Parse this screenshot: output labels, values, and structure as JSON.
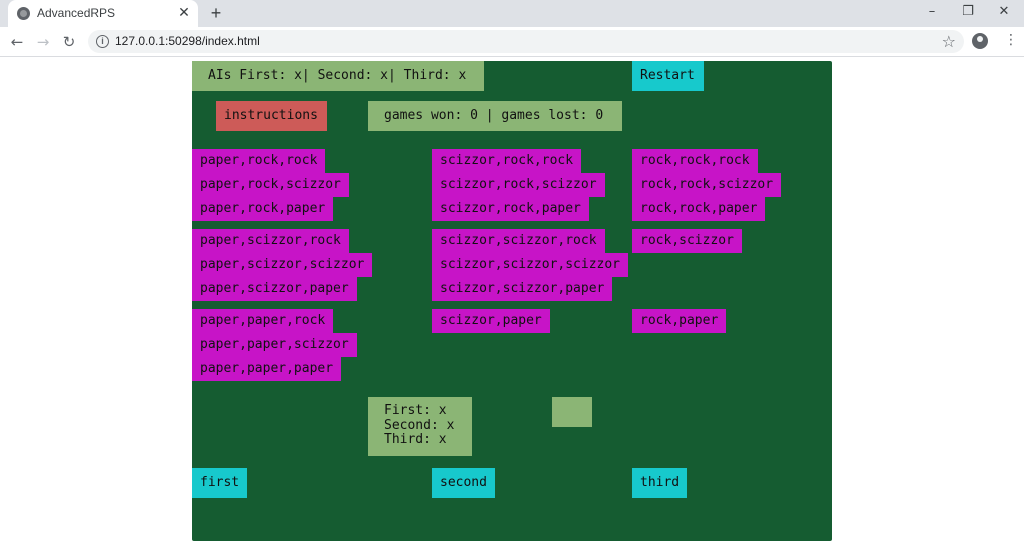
{
  "browser": {
    "tab_title": "AdvancedRPS",
    "tab_close": "✕",
    "new_tab": "+",
    "url": "127.0.0.1:50298/index.html",
    "controls": {
      "minimize": "–",
      "restore": "❐",
      "close": "✕"
    },
    "nav": {
      "back": "←",
      "forward": "→",
      "reload": "↻"
    },
    "star": "☆",
    "menu": "⋮"
  },
  "game": {
    "ais_label": "AIs First: x| Second: x| Third: x",
    "restart_label": "Restart",
    "instructions_label": "instructions",
    "score_label": "games won: 0 | games lost: 0",
    "status_text": "First: x\nSecond: x\nThird: x",
    "first_label": "first",
    "second_label": "second",
    "third_label": "third",
    "sequences": {
      "col1": [
        "paper,rock,rock",
        "paper,rock,scizzor",
        "paper,rock,paper",
        "paper,scizzor,rock",
        "paper,scizzor,scizzor",
        "paper,scizzor,paper",
        "paper,paper,rock",
        "paper,paper,scizzor",
        "paper,paper,paper"
      ],
      "col2": [
        "scizzor,rock,rock",
        "scizzor,rock,scizzor",
        "scizzor,rock,paper",
        "scizzor,scizzor,rock",
        "scizzor,scizzor,scizzor",
        "scizzor,scizzor,paper",
        "scizzor,paper"
      ],
      "col3": [
        "rock,rock,rock",
        "rock,rock,scizzor",
        "rock,rock,paper",
        "rock,scizzor",
        "rock,paper"
      ]
    },
    "colors": {
      "background": "#155c31",
      "sequence": "#c714c7",
      "action": "#17c9cc",
      "panel": "#8bb575",
      "instructions": "#cd5b58"
    }
  }
}
